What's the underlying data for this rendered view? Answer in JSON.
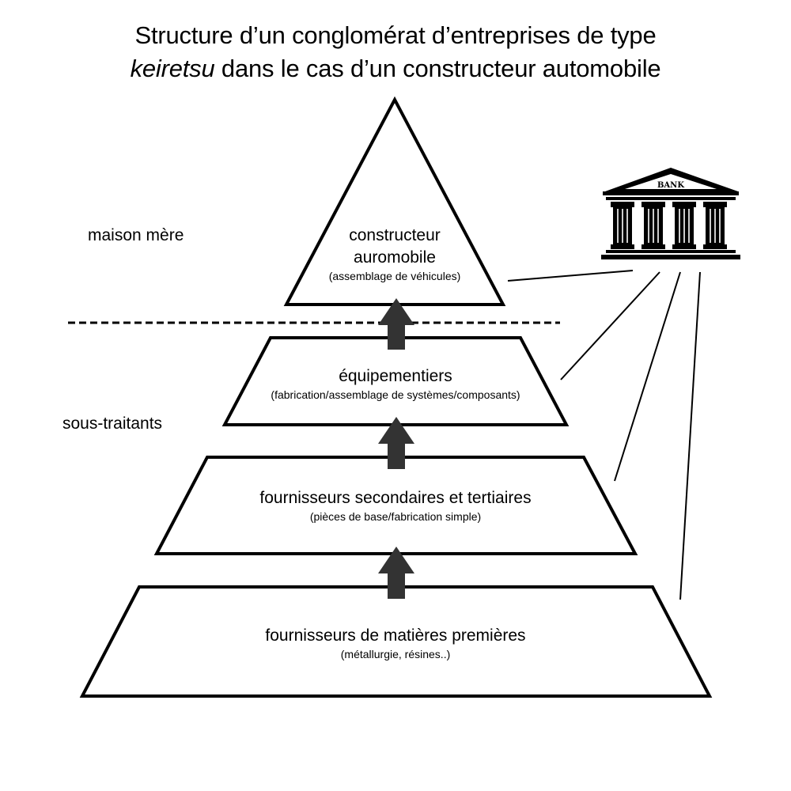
{
  "title": {
    "line1": "Structure d’un conglomérat d’entreprises de type",
    "line2_italic": "keiretsu",
    "line2_rest": " dans le cas d’un constructeur automobile"
  },
  "side_labels": {
    "parent": "maison mère",
    "subcontractors": "sous-traitants"
  },
  "tiers": [
    {
      "line1": "constructeur",
      "line2": "auromobile",
      "sub": "(assemblage de véhicules)"
    },
    {
      "line1": "équipementiers",
      "sub": "(fabrication/assemblage de systèmes/composants)"
    },
    {
      "line1": "fournisseurs secondaires et tertiaires",
      "sub": "(pièces de base/fabrication simple)"
    },
    {
      "line1": "fournisseurs de matières premières",
      "sub": "(métallurgie, résines..)"
    }
  ],
  "bank": {
    "label": "BANK",
    "icon": "bank-building-icon"
  },
  "colors": {
    "stroke": "#000000",
    "arrow": "#333333",
    "background": "#ffffff"
  }
}
